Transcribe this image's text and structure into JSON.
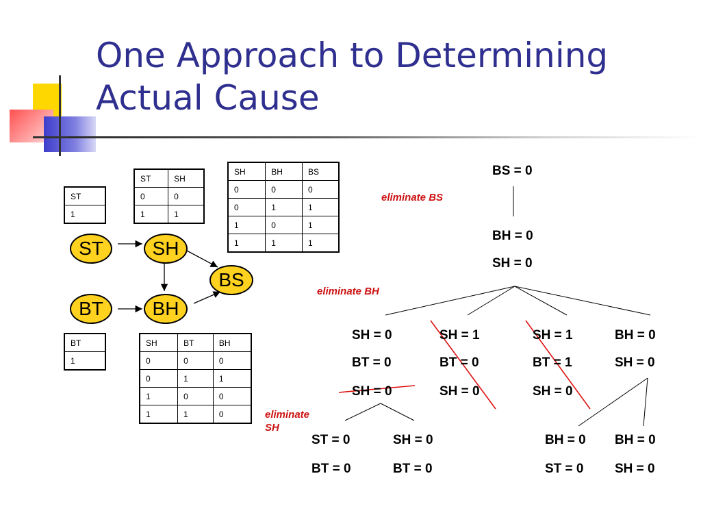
{
  "title": "One Approach to Determining Actual Cause",
  "nodes": {
    "st": "ST",
    "sh": "SH",
    "bs": "BS",
    "bt": "BT",
    "bh": "BH"
  },
  "tables": {
    "st": {
      "header": [
        "ST"
      ],
      "rows": [
        [
          "1"
        ]
      ]
    },
    "bt": {
      "header": [
        "BT"
      ],
      "rows": [
        [
          "1"
        ]
      ]
    },
    "st_sh": {
      "header": [
        "ST",
        "SH"
      ],
      "rows": [
        [
          "0",
          "0"
        ],
        [
          "1",
          "1"
        ]
      ]
    },
    "sh_bh_bs": {
      "header": [
        "SH",
        "BH",
        "BS"
      ],
      "rows": [
        [
          "0",
          "0",
          "0"
        ],
        [
          "0",
          "1",
          "1"
        ],
        [
          "1",
          "0",
          "1"
        ],
        [
          "1",
          "1",
          "1"
        ]
      ]
    },
    "sh_bt_bh": {
      "header": [
        "SH",
        "BT",
        "BH"
      ],
      "rows": [
        [
          "0",
          "0",
          "0"
        ],
        [
          "0",
          "1",
          "1"
        ],
        [
          "1",
          "0",
          "0"
        ],
        [
          "1",
          "1",
          "0"
        ]
      ]
    }
  },
  "labels": {
    "elim_bs": "eliminate BS",
    "elim_bh": "eliminate BH",
    "elim_sh": "eliminate SH"
  },
  "tree": {
    "root": "BS = 0",
    "level1": [
      "BH = 0",
      "SH = 0"
    ],
    "level2": [
      [
        "SH = 0",
        "BT = 0",
        "SH = 0"
      ],
      [
        "SH = 1",
        "BT = 0",
        "SH = 0"
      ],
      [
        "SH = 1",
        "BT = 1",
        "SH = 0"
      ],
      [
        "BH = 0",
        "SH = 0"
      ]
    ],
    "level3": [
      [
        "ST = 0",
        "BT = 0"
      ],
      [
        "SH = 0",
        "BT = 0"
      ],
      [
        "BH = 0",
        "ST = 0"
      ],
      [
        "BH = 0",
        "SH = 0"
      ]
    ]
  },
  "colors": {
    "title": "#2f2f8f",
    "node_fill": "#ffd21f",
    "cross": "#dd1111",
    "elim_text": "#cc1111"
  }
}
